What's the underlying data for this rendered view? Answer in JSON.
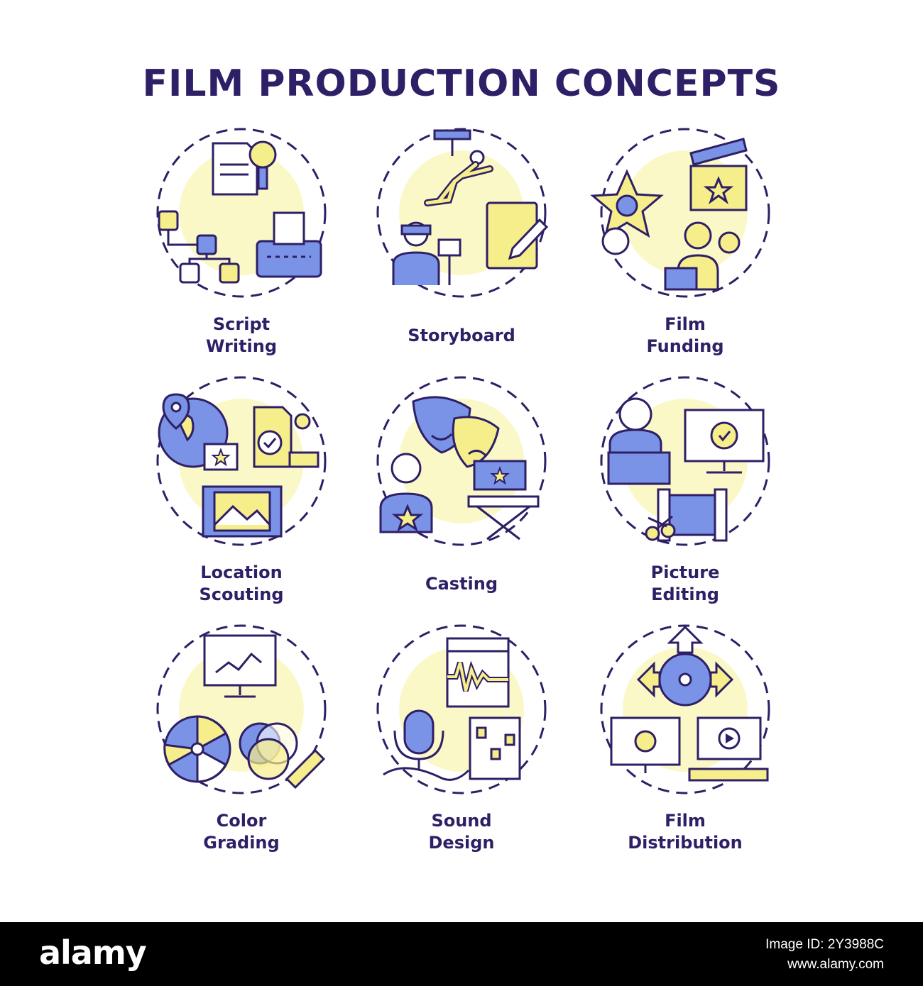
{
  "title": "FILM PRODUCTION CONCEPTS",
  "colors": {
    "accent_navy": "#2e1f66",
    "accent_blue": "#7b93e6",
    "accent_yellow": "#f6ee8a",
    "halo": "#fbf8c8"
  },
  "items": [
    {
      "line1": "Script",
      "line2": "Writing",
      "icon": "script-writing-icon"
    },
    {
      "line1": "Storyboard",
      "line2": "",
      "icon": "storyboard-icon"
    },
    {
      "line1": "Film",
      "line2": "Funding",
      "icon": "film-funding-icon"
    },
    {
      "line1": "Location",
      "line2": "Scouting",
      "icon": "location-scouting-icon"
    },
    {
      "line1": "Casting",
      "line2": "",
      "icon": "casting-icon"
    },
    {
      "line1": "Picture",
      "line2": "Editing",
      "icon": "picture-editing-icon"
    },
    {
      "line1": "Color",
      "line2": "Grading",
      "icon": "color-grading-icon"
    },
    {
      "line1": "Sound",
      "line2": "Design",
      "icon": "sound-design-icon"
    },
    {
      "line1": "Film",
      "line2": "Distribution",
      "icon": "film-distribution-icon"
    }
  ],
  "footer": {
    "brand": "alamy",
    "image_id_line": "Image ID: 2Y3988C",
    "url": "www.alamy.com"
  }
}
